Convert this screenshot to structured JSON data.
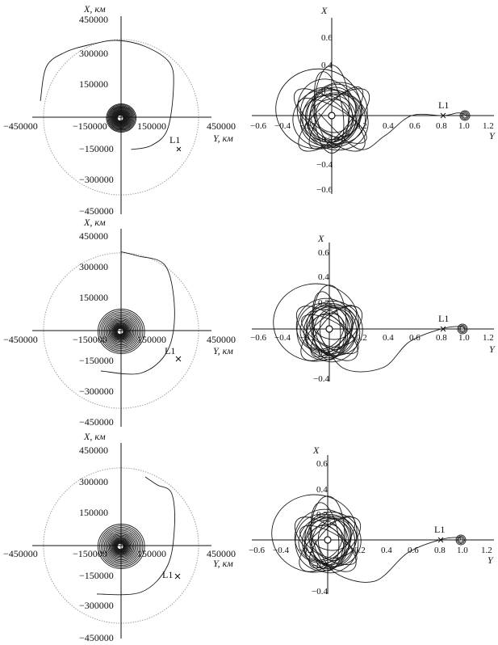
{
  "chart_data": [
    {
      "type": "line",
      "frame": "earth-centered",
      "xlabel": "Y, км",
      "ylabel": "X, км",
      "xlim": [
        -450000,
        450000
      ],
      "ylim": [
        -450000,
        450000
      ],
      "x_ticks": [
        "−450000",
        "−150000",
        "150000",
        "450000"
      ],
      "y_ticks": [
        "450000",
        "300000",
        "150000",
        "−150000",
        "−300000",
        "−450000"
      ],
      "point_label": "L1",
      "l1_point": [
        210000,
        -120000
      ],
      "moon_orbit_radius": 384400,
      "spiral": {
        "r_start": 15000,
        "r_end": 70000
      },
      "transfer": [
        [
          50000,
          -160000
        ],
        [
          150000,
          -140000
        ],
        [
          230000,
          -60000
        ],
        [
          260000,
          150000
        ],
        [
          240000,
          270000
        ],
        [
          120000,
          350000
        ],
        [
          -20000,
          380000
        ],
        [
          -150000,
          360000
        ],
        [
          -280000,
          320000
        ],
        [
          -370000,
          250000
        ],
        [
          -400000,
          80000
        ]
      ]
    },
    {
      "type": "line",
      "frame": "rotating-normalized",
      "xlabel": "Y",
      "ylabel": "X",
      "xlim": [
        -0.6,
        1.2
      ],
      "ylim": [
        -0.6,
        0.6
      ],
      "x_ticks": [
        "−0.6",
        "−0.4",
        "−0.2",
        "0.2",
        "0.4",
        "0.6",
        "0.8",
        "1.0",
        "1.2"
      ],
      "y_ticks": [
        "0.6",
        "0.4",
        "0.2",
        "−0.2",
        "−0.4",
        "−0.6"
      ],
      "point_label": "L1",
      "l1_point": [
        0.84,
        0.0
      ],
      "moon_point": [
        1.0,
        0.0
      ],
      "transfer": [
        [
          -0.1,
          0.02
        ],
        [
          0.2,
          -0.25
        ],
        [
          0.4,
          -0.15
        ],
        [
          0.6,
          0.0
        ],
        [
          0.84,
          0.0
        ],
        [
          0.95,
          0.02
        ],
        [
          1.02,
          0.0
        ]
      ]
    },
    {
      "type": "line",
      "frame": "earth-centered",
      "xlabel": "Y, км",
      "ylabel": "X, км",
      "xlim": [
        -450000,
        450000
      ],
      "ylim": [
        -450000,
        450000
      ],
      "x_ticks": [
        "−450000",
        "−150000",
        "150000",
        "450000"
      ],
      "y_ticks": [
        "450000",
        "300000",
        "150000",
        "−150000",
        "−300000",
        "−450000"
      ],
      "point_label": "L1",
      "l1_point": [
        220000,
        -130000
      ],
      "moon_orbit_radius": 384400,
      "spiral": {
        "r_start": 15000,
        "r_end": 110000
      },
      "transfer": [
        [
          -100000,
          -200000
        ],
        [
          100000,
          -210000
        ],
        [
          230000,
          -100000
        ],
        [
          265000,
          100000
        ],
        [
          220000,
          320000
        ],
        [
          80000,
          370000
        ],
        [
          0,
          390000
        ]
      ]
    },
    {
      "type": "line",
      "frame": "rotating-normalized",
      "xlabel": "Y",
      "ylabel": "X",
      "xlim": [
        -0.6,
        1.2
      ],
      "ylim": [
        -0.4,
        0.6
      ],
      "x_ticks": [
        "−0.6",
        "−0.4",
        "−0.2",
        "0.2",
        "0.4",
        "0.6",
        "0.8",
        "1.0",
        "1.2"
      ],
      "y_ticks": [
        "0.6",
        "0.4",
        "0.2",
        "−0.2",
        "−0.4"
      ],
      "point_label": "L1",
      "l1_point": [
        0.84,
        0.0
      ],
      "moon_point": [
        1.0,
        0.0
      ],
      "transfer": [
        [
          -0.1,
          0.0
        ],
        [
          0.1,
          -0.3
        ],
        [
          0.4,
          -0.3
        ],
        [
          0.6,
          -0.1
        ],
        [
          0.84,
          0.0
        ],
        [
          0.98,
          0.02
        ],
        [
          1.02,
          0.0
        ]
      ]
    },
    {
      "type": "line",
      "frame": "earth-centered",
      "xlabel": "Y, км",
      "ylabel": "X, км",
      "xlim": [
        -450000,
        450000
      ],
      "ylim": [
        -450000,
        450000
      ],
      "x_ticks": [
        "−450000",
        "−150000",
        "150000",
        "450000"
      ],
      "y_ticks": [
        "450000",
        "300000",
        "150000",
        "−150000",
        "−300000",
        "−450000"
      ],
      "point_label": "L1",
      "l1_point": [
        220000,
        -140000
      ],
      "moon_orbit_radius": 384400,
      "spiral": {
        "r_start": 15000,
        "r_end": 110000
      },
      "transfer": [
        [
          -120000,
          -240000
        ],
        [
          100000,
          -230000
        ],
        [
          230000,
          -100000
        ],
        [
          265000,
          100000
        ],
        [
          250000,
          260000
        ],
        [
          180000,
          300000
        ],
        [
          120000,
          340000
        ]
      ]
    },
    {
      "type": "line",
      "frame": "rotating-normalized",
      "xlabel": "Y",
      "ylabel": "X",
      "xlim": [
        -0.6,
        1.2
      ],
      "ylim": [
        -0.4,
        0.6
      ],
      "x_ticks": [
        "−0.6",
        "−0.4",
        "−0.2",
        "0.2",
        "0.4",
        "0.6",
        "0.8",
        "1.0",
        "1.2"
      ],
      "y_ticks": [
        "0.6",
        "0.4",
        "0.2",
        "−0.2",
        "−0.4"
      ],
      "point_label": "L1",
      "l1_point": [
        0.84,
        0.0
      ],
      "moon_point": [
        1.0,
        0.0
      ],
      "transfer": [
        [
          -0.1,
          0.0
        ],
        [
          0.05,
          -0.25
        ],
        [
          0.35,
          -0.32
        ],
        [
          0.6,
          -0.1
        ],
        [
          0.84,
          0.0
        ],
        [
          0.98,
          0.02
        ],
        [
          1.0,
          0.0
        ]
      ]
    }
  ]
}
